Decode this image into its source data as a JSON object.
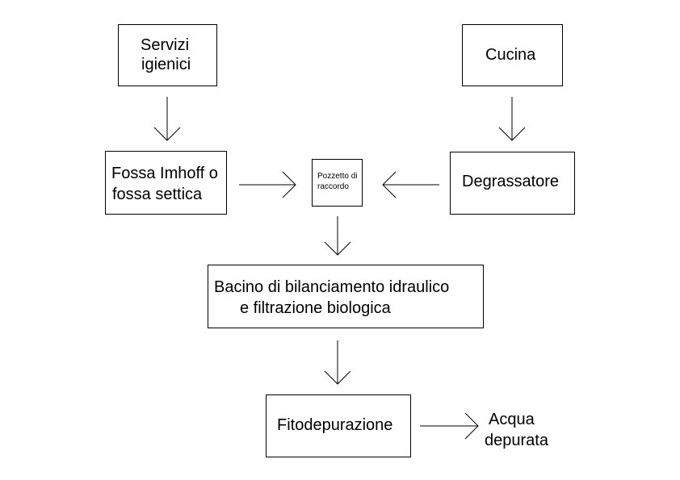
{
  "nodes": {
    "servizi_igienici": {
      "line1": "Servizi",
      "line2": "igienici"
    },
    "cucina": {
      "label": "Cucina"
    },
    "fossa": {
      "line1": "Fossa Imhoff o",
      "line2": "fossa settica"
    },
    "pozzetto": {
      "line1": "Pozzetto di",
      "line2": "raccordo"
    },
    "degrassatore": {
      "label": "Degrassatore"
    },
    "bacino": {
      "line1": "Bacino di bilanciamento idraulico",
      "line2": "e filtrazione biologica"
    },
    "fitodepurazione": {
      "label": "Fitodepurazione"
    },
    "acqua_depurata": {
      "line1": "Acqua",
      "line2": "depurata"
    }
  },
  "colors": {
    "stroke": "#000000",
    "background": "#ffffff"
  }
}
